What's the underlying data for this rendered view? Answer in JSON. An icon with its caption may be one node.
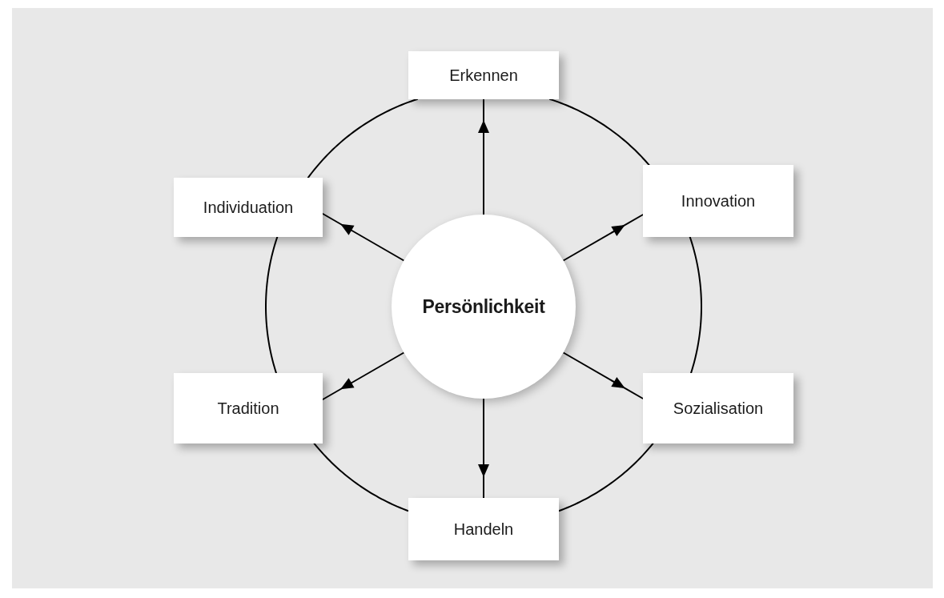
{
  "diagram": {
    "nodes": [
      {
        "text": [
          "Persönlichkeit"
        ]
      },
      {
        "text": [
          "Erkennen"
        ]
      },
      {
        "text": [
          "Individuation"
        ]
      },
      {
        "text": [
          "Innovation"
        ]
      },
      {
        "text": [
          "Tradition"
        ]
      },
      {
        "text": [
          "Sozialisation"
        ]
      },
      {
        "text": [
          "Handeln"
        ]
      }
    ],
    "edges": [
      {
        "from": 0,
        "to": 1,
        "arrow": "to"
      },
      {
        "from": 0,
        "to": 2,
        "arrow": "to"
      },
      {
        "from": 0,
        "to": 3,
        "arrow": "to"
      },
      {
        "from": 0,
        "to": 4,
        "arrow": "to"
      },
      {
        "from": 0,
        "to": 5,
        "arrow": "to"
      },
      {
        "from": 0,
        "to": 6,
        "arrow": "to"
      },
      {
        "from": 1,
        "to": 3,
        "arrow": "none"
      },
      {
        "from": 3,
        "to": 5,
        "arrow": "none"
      },
      {
        "from": 5,
        "to": 6,
        "arrow": "none"
      },
      {
        "from": 6,
        "to": 4,
        "arrow": "none"
      },
      {
        "from": 4,
        "to": 2,
        "arrow": "none"
      },
      {
        "from": 2,
        "to": 1,
        "arrow": "none"
      }
    ]
  }
}
